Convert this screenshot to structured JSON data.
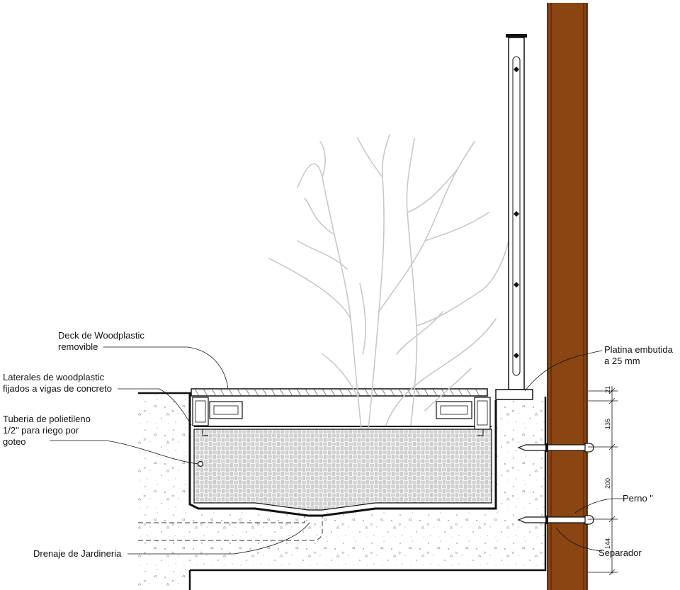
{
  "labels": {
    "deck": "Deck de Woodplastic\nremovible",
    "laterales": "Laterales de woodplastic\nfijados a vigas de concreto",
    "tuberia": "Tuberia de polietileno\n1/2\" para riego por\ngoteo",
    "drenaje": "Drenaje de Jardineria",
    "platina": "Platina embutida\na 25 mm",
    "perno": "Perno \"",
    "separador": "Separador"
  },
  "dimensions": {
    "d1": "21",
    "d2": "135",
    "d3": "200",
    "d4": "144"
  },
  "colors": {
    "wood": "#8b4513",
    "wood_dark": "#5c2c0a",
    "line": "#111111",
    "tree": "#cfcfcf"
  }
}
